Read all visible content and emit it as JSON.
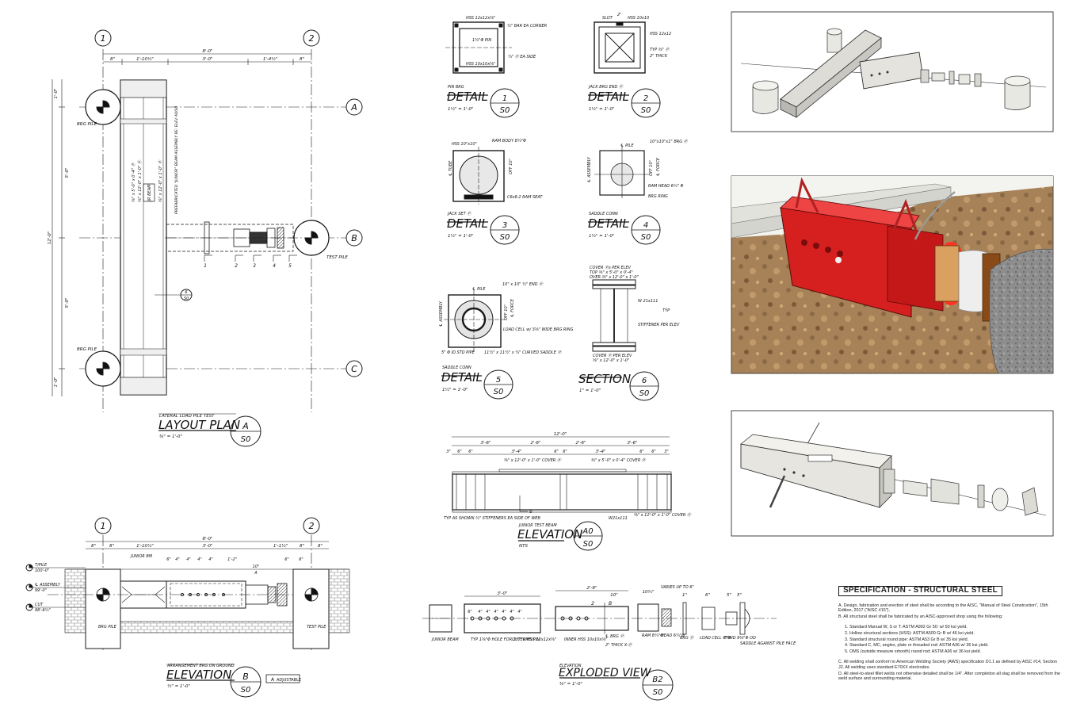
{
  "layout_plan": {
    "grid_cols": [
      "1",
      "2"
    ],
    "grid_rows": [
      "A",
      "B",
      "C"
    ],
    "dim_overall": "8'-0\"",
    "dims_top": [
      "8\"",
      "1'-10½\"",
      "3'-0\"",
      "1'-4½\"",
      "8\""
    ],
    "dims_left": [
      "1'-0\"",
      "5'-0\"",
      "5'-0\"",
      "1'-0\""
    ],
    "dim_left_total": "12'-0\"",
    "brg_pile_label": "BRG PILE",
    "test_pile_label": "TEST PILE",
    "junior_beam_tag": "JR BEAM",
    "beam_notes": [
      "⅜\" x 5'-0\" x 0'-4\" Ⓟ",
      "⅜\" x 12'-0\" x 1'-0\" Ⓟ",
      "⅜\" x 12'-0\" x 1'-0\" Ⓟ"
    ],
    "prefab_note": "PREFABRICATED \"JUNIOR\" BEAM ASSEMBLY RE: ELEV A0/S0",
    "detail_markers": [
      "1",
      "2",
      "3",
      "4",
      "5"
    ],
    "section_ref": "6",
    "section_ref_sheet": "S0",
    "subtitle": "LATERAL LOAD PILE TEST",
    "title": "LAYOUT PLAN",
    "scale": "⅜\" = 1'-0\"",
    "tag_id": "A",
    "tag_sheet": "S0"
  },
  "elevation_b": {
    "grid_cols": [
      "1",
      "2"
    ],
    "dim_overall": "8'-0\"",
    "dims": [
      "8\"",
      "8\"",
      "1'-10½\"",
      "3'-0\"",
      "1'-1½\"",
      "8\"",
      "8\""
    ],
    "dims_small": [
      "6\"",
      "4\"",
      "4\"",
      "4\"",
      "4\"",
      "1'-2\"",
      "10\"",
      "A",
      "6\"",
      "6\""
    ],
    "junior_bm_label": "JUNIOR BM",
    "levels": [
      {
        "name": "T/PILE",
        "value": "100'-0\""
      },
      {
        "name": "℄ ASSEMBLY",
        "value": "99'-0\""
      },
      {
        "name": "CUT",
        "value": "98'-6½\""
      }
    ],
    "brg_pile_label": "BRG PILE",
    "test_pile_label": "TEST PILE",
    "subtitle": "ARRANGEMENT BRG ON GROUND",
    "title": "ELEVATION",
    "scale": "½\" = 1'-0\"",
    "tag_id": "B",
    "tag_sheet": "S0",
    "legend_key": "A",
    "legend_text": "ADJUSTABLE"
  },
  "details": [
    {
      "id": "1",
      "sheet": "S0",
      "title": "DETAIL",
      "subtitle": "PIN BRG",
      "scale": "1½\" = 1'-0\"",
      "notes": [
        "HSS 12x12x⅝\"",
        "½\" BAR EA CORNER",
        "1½\"Φ PIN",
        "HSS 10x10x⅝\"",
        "¼\" Ⓟ EA SIDE"
      ]
    },
    {
      "id": "2",
      "sheet": "S0",
      "title": "DETAIL",
      "subtitle": "JACK BRG END Ⓟ",
      "scale": "1½\" = 1'-0\"",
      "notes": [
        "SLOT",
        "2\"",
        "HSS 10x10",
        "HSS 12x12",
        "TYP ⅜\" Ⓟ",
        "2\" THICK"
      ]
    },
    {
      "id": "3",
      "sheet": "S0",
      "title": "DETAIL",
      "subtitle": "JACK SET Ⓟ",
      "scale": "1½\" = 1'-0\"",
      "notes": [
        "HSS 10\"x10\"",
        "RAM BODY 8¼\"Φ",
        "℄ TUBE",
        "OFF 10°",
        "C6x8.2 RAM SEAT"
      ]
    },
    {
      "id": "4",
      "sheet": "S0",
      "title": "DETAIL",
      "subtitle": "SADDLE CONN",
      "scale": "1½\" = 1'-0\"",
      "notes": [
        "℄ PILE",
        "10\"x10\"x1\" BRG Ⓟ",
        "℄ ASSEMBLY",
        "OFF 10°",
        "℄ FORCE",
        "RAM HEAD 6¼\" Φ",
        "BRG RING"
      ]
    },
    {
      "id": "5",
      "sheet": "S0",
      "title": "DETAIL",
      "subtitle": "SADDLE CONN",
      "scale": "1½\" = 1'-0\"",
      "notes": [
        "℄ PILE",
        "10\" x 10\" ½\" END Ⓟ",
        "℄ ASSEMBLY",
        "OFF 10°",
        "℄ FORCE",
        "LOAD CELL w/ 3⅝\" WIDE BRG RING",
        "5\" Φ ID STD PIPE",
        "11½\" x 11½\" x ¼\" CURVED SADDLE Ⓟ"
      ]
    },
    {
      "id": "6",
      "sheet": "S0",
      "title": "SECTION",
      "subtitle": "",
      "scale": "1\" = 1'-0\"",
      "notes": [
        "COVER Ⓟs PER ELEV",
        "TOP ⅜\" x 5'-0\" x 0'-4\"",
        "OVER ⅜\" x 12'-0\" x 1'-0\"",
        "W 21x111",
        "TYP",
        "STIFFENER PER ELEV",
        "COVER Ⓟ PER ELEV",
        "⅜\" x 12'-0\" x 1'-0\""
      ]
    }
  ],
  "elevation_a0": {
    "dim_overall": "12'-0\"",
    "dims_top": [
      "3'-6\"",
      "2'-6\"",
      "2'-6\"",
      "3'-6\""
    ],
    "dims_mid": [
      "3'-4\"",
      "3'-4\""
    ],
    "dims_small": [
      "3\"",
      "6\"",
      "6\"",
      "6\"",
      "6\"",
      "6\"",
      "6\"",
      "3\""
    ],
    "notes": [
      "⅜\" x 12'-0\" x 1'-0\" COVER Ⓟ",
      "⅜\" x 5'-0\" x 0'-4\" COVER Ⓟ",
      "TYP AS SHOWN ½\" STIFFENERS EA SIDE OF WEB",
      "W21x111",
      "⅜\" x 12'-0\" x 1'-0\" COVER Ⓟ"
    ],
    "section_marker": "6",
    "subtitle": "JUNIOR TEST BEAM",
    "title": "ELEVATION",
    "scale": "NTS",
    "tag_id": "A0",
    "tag_sheet": "S0"
  },
  "exploded_view": {
    "dims": [
      "3'-0\"",
      "2'-8\"",
      "10\"",
      "10¾\"",
      "VARIES UP TO 6\"",
      "1\"",
      "6\"",
      "5\"",
      "5\""
    ],
    "dims_small": [
      "6\"",
      "4\"",
      "4\"",
      "4\"",
      "4\"",
      "4\"",
      "4\"",
      "2",
      "B"
    ],
    "labels": [
      "JUNIOR BEAM",
      "TYP 1⅝\"Φ HOLE FOR 1½\" OMS PIN",
      "OUTER HSS 12x12x⅝\"",
      "INNER HSS 10x10x⅝\"",
      "℄ BRG Ⓟ",
      "2\" THICK X-Ⓟ",
      "RAM 8¼\"Φ",
      "HEAD 6¼\"Φ",
      "BRG Ⓟ",
      "LOAD CELL 6\"Φ ID 9⅝\"Φ OD",
      "5\"Φ",
      "SADDLE AGAINST PILE FACE"
    ],
    "subtitle": "ELEVATION",
    "title": "EXPLODED VIEW",
    "scale": "⅜\" = 1'-0\"",
    "tag_id": "B2",
    "tag_sheet": "S0"
  },
  "specification": {
    "title": "SPECIFICATION - STRUCTURAL STEEL",
    "items": [
      {
        "key": "A.",
        "text": "Design, fabrication and erection of steel shall be according to the AISC, \"Manual of Steel Construction\", 15th Edition, 2017 (\"AISC #15\")."
      },
      {
        "key": "B.",
        "text": "All structural steel shall be fabricated by an AISC-approved shop using the following:"
      },
      {
        "key": "1.",
        "text": "Standard Manual W, S or T: ASTM A992 Gr 50: w/ 50 ksi yield.",
        "sub": true
      },
      {
        "key": "2.",
        "text": "Hollow structural sections (HSS): ASTM A500 Gr B w/ 46 ksi yield.",
        "sub": true
      },
      {
        "key": "3.",
        "text": "Standard structural round pipe: ASTM A53 Gr B w/ 35 ksi yield.",
        "sub": true
      },
      {
        "key": "4.",
        "text": "Standard C, MC, angles, plate or threaded rod: ASTM A36 w/ 36 ksi yield.",
        "sub": true
      },
      {
        "key": "5.",
        "text": "OMS (outside measure smooth) round rod: ASTM A36 w/ 36 ksi yield.",
        "sub": true
      },
      {
        "key": "C.",
        "text": "All welding shall conform to American Welding Society (AWS) specification D1.1 as defined by AISC #14, Section J2. All welding uses standard E70XX electrodes."
      },
      {
        "key": "D.",
        "text": "All steel-to-steel fillet welds not otherwise detailed shall be 1/4\". After completion all slag shall be removed from the weld surface and surrounding material."
      }
    ]
  },
  "colors": {
    "line": "#1a1a1a",
    "ram_red": "#d62020",
    "ground": "#9a7a55",
    "concrete": "#8c8c8c",
    "steel_gray": "#d8d8d2"
  }
}
